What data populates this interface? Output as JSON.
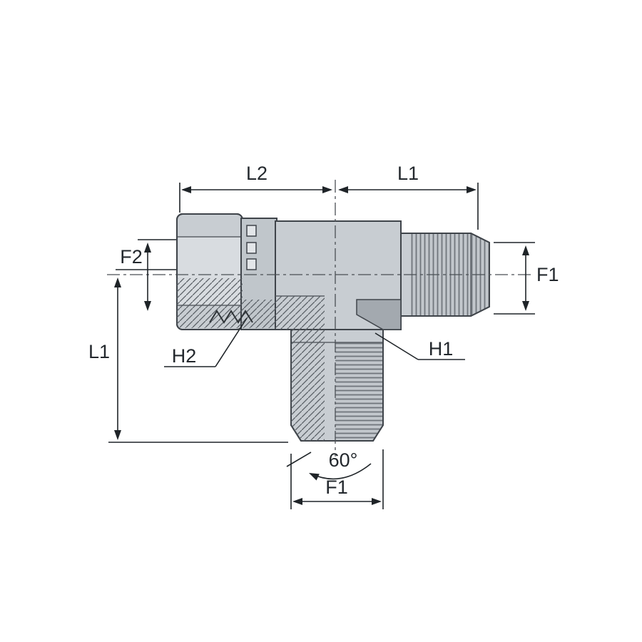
{
  "drawing": {
    "type": "technical-fitting-diagram",
    "dimensions": {
      "top_l2": "L2",
      "top_l1": "L1",
      "left_f2": "F2",
      "right_f1": "F1",
      "left_l1": "L1",
      "bottom_f1": "F1",
      "angle": "60°"
    },
    "callouts": {
      "h1": "H1",
      "h2": "H2"
    },
    "colors": {
      "background": "#ffffff",
      "body_gray": "#c8cdd2",
      "body_light": "#d8dce0",
      "collar_gray": "#c0c6cb",
      "shadow_gray": "#a3a9af",
      "outline": "#3f444a",
      "dimension_line": "#1f2428",
      "hatch_line": "#565c62",
      "thread_line": "#70767c"
    }
  }
}
